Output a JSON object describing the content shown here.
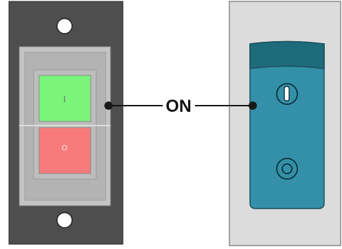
{
  "callout": {
    "label": "ON"
  },
  "switch_panel": {
    "on_button_symbol": "I",
    "off_button_symbol": "O",
    "on_button_color": "#7af57a",
    "off_button_color": "#f77b7b"
  },
  "device_panel": {
    "body_color": "#3390a8",
    "top_color": "#1e6b7c",
    "panel_color": "#dcdcdc"
  },
  "icons": [
    "mounting-hole-icon",
    "switch-position-icon",
    "round-socket-icon",
    "connector-dot-icon"
  ]
}
